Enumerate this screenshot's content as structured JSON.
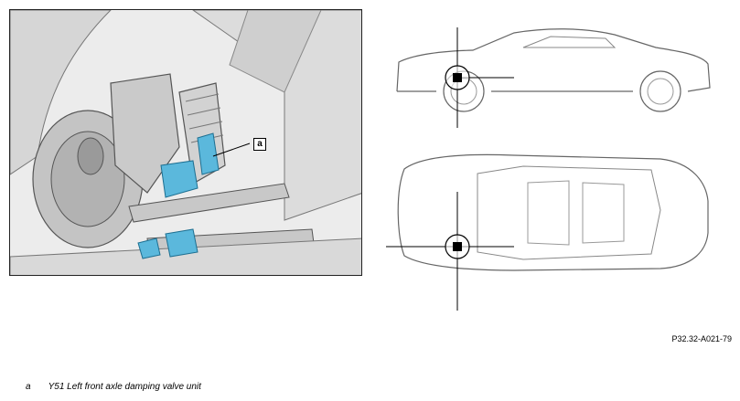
{
  "detail": {
    "callout_letter": "a"
  },
  "reference_code": "P32.32-A021-79",
  "legend": [
    {
      "key": "a",
      "text": "Y51 Left front axle damping valve unit"
    }
  ],
  "colors": {
    "component_highlight": "#5bb8dc",
    "line": "#444444"
  }
}
